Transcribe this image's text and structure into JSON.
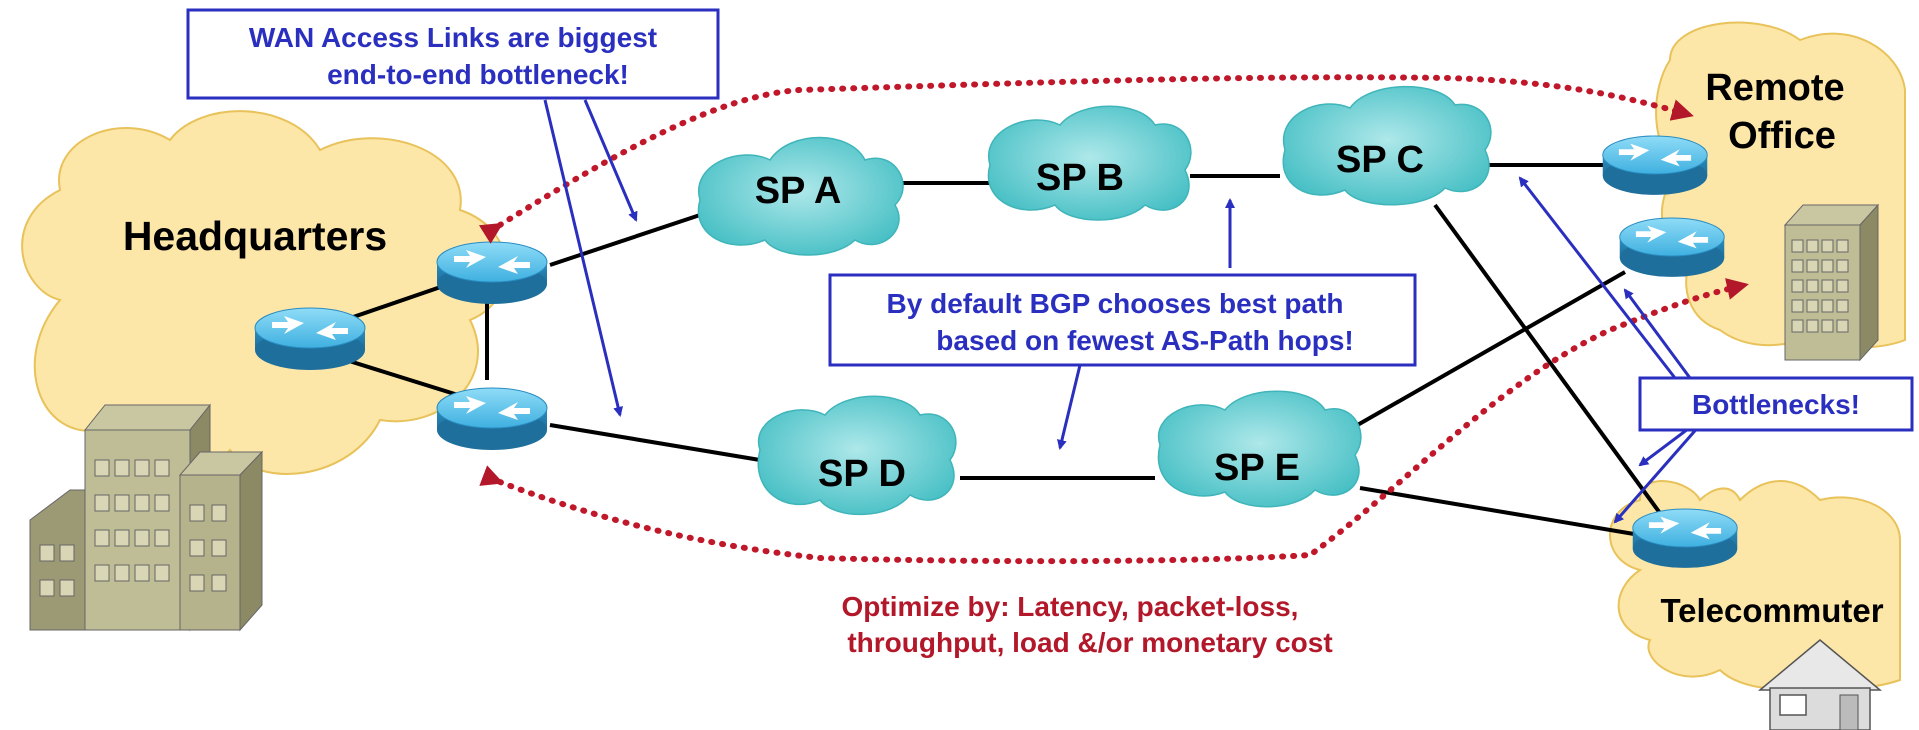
{
  "callouts": {
    "wan": {
      "line1": "WAN Access Links are biggest",
      "line2": "end-to-end bottleneck!"
    },
    "bgp": {
      "line1": "By default BGP chooses best path",
      "line2": "based on fewest AS-Path hops!"
    },
    "bottlenecks": "Bottlenecks!"
  },
  "sites": {
    "headquarters": "Headquarters",
    "remote_office_line1": "Remote",
    "remote_office_line2": "Office",
    "telecommuter": "Telecommuter"
  },
  "providers": {
    "sp_a": "SP A",
    "sp_b": "SP B",
    "sp_c": "SP C",
    "sp_d": "SP D",
    "sp_e": "SP E"
  },
  "optimize": {
    "line1": "Optimize by: Latency, packet-loss,",
    "line2": "throughput, load &/or monetary cost"
  },
  "colors": {
    "callout_blue": "#2a2fbf",
    "dotted_red": "#c0182a",
    "site_cloud": "#fde7a8",
    "sp_cloud": "#5ecfd3",
    "router": "#3aa8d8"
  }
}
